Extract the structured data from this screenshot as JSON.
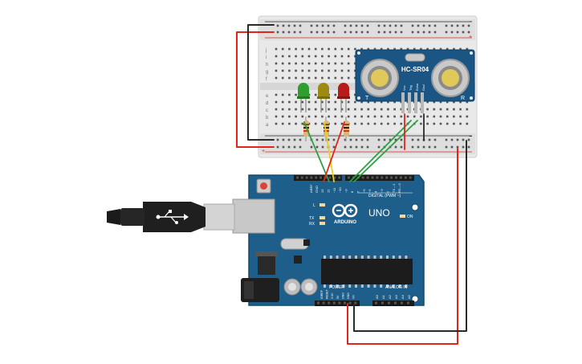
{
  "title": "Arduino UNO with HC-SR04 ultrasonic sensor and three LEDs on breadboard",
  "arduino": {
    "brand": "ARDUINO",
    "model": "UNO",
    "digital_label": "DIGITAL (PWM ~)",
    "power_label": "POWER",
    "analog_label": "ANALOG IN",
    "aref": "AREF",
    "gnd": "GND",
    "pins_digital": [
      "13",
      "12",
      "~11",
      "~10",
      "~9",
      "8",
      "7",
      "~6",
      "~5",
      "4",
      "~3",
      "2",
      "TX→1",
      "RX←0"
    ],
    "pins_power": [
      "IOREF",
      "RESET",
      "3.3V",
      "5V",
      "GND",
      "GND",
      "Vin"
    ],
    "pins_analog": [
      "A0",
      "A1",
      "A2",
      "A3",
      "A4",
      "A5"
    ],
    "led_l": "L",
    "led_tx": "TX",
    "led_rx": "RX",
    "led_on": "ON"
  },
  "sensor": {
    "name": "HC-SR04",
    "left_mark": "T",
    "right_mark": "R",
    "pins": [
      "Vcc",
      "Trig",
      "Echo",
      "Gnd"
    ]
  },
  "breadboard": {
    "row_letters_top": [
      "j",
      "i",
      "h",
      "g",
      "f"
    ],
    "row_letters_bottom": [
      "e",
      "d",
      "c",
      "b",
      "a"
    ],
    "plus": "+",
    "minus": "−"
  },
  "leds": [
    {
      "color": "green",
      "hex": "#2e9e2e"
    },
    {
      "color": "yellow",
      "hex": "#9c8a12"
    },
    {
      "color": "red",
      "hex": "#b71c1c"
    }
  ],
  "colors": {
    "board": "#1d5f8a",
    "board_dark": "#154a6c",
    "wire_red": "#e0261b",
    "wire_black": "#2a2a2a",
    "wire_green": "#2ea043",
    "wire_yellow": "#e6d21a"
  }
}
